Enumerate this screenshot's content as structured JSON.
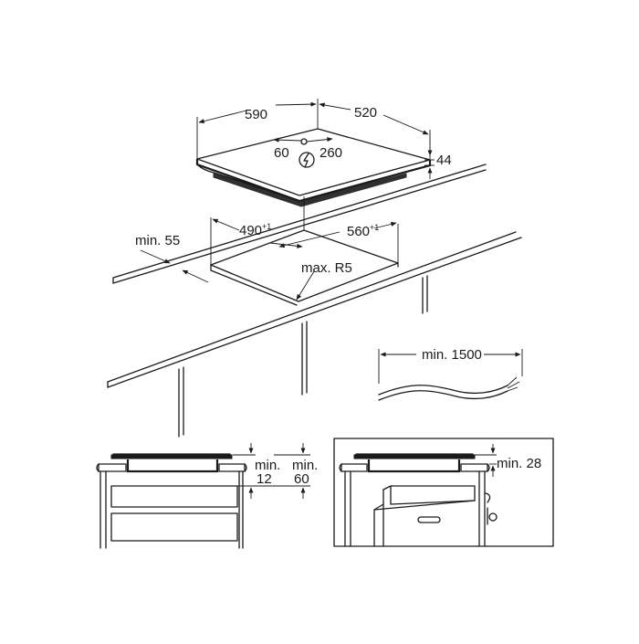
{
  "hob": {
    "width": "590",
    "depth": "520",
    "height": "44",
    "connection_left": "60",
    "connection_right": "260"
  },
  "cutout": {
    "width": "490",
    "width_tolerance": "+1",
    "depth": "560",
    "depth_tolerance": "+1",
    "front_distance": "min. 55",
    "corner_radius": "max. R5"
  },
  "cable": {
    "length": "min. 1500"
  },
  "install_drawer": {
    "gap_top": "min.",
    "gap_top_value": "12",
    "gap_bottom": "min.",
    "gap_bottom_value": "60"
  },
  "install_oven": {
    "gap": "min. 28"
  },
  "icons": [
    "electric-connection-icon"
  ]
}
